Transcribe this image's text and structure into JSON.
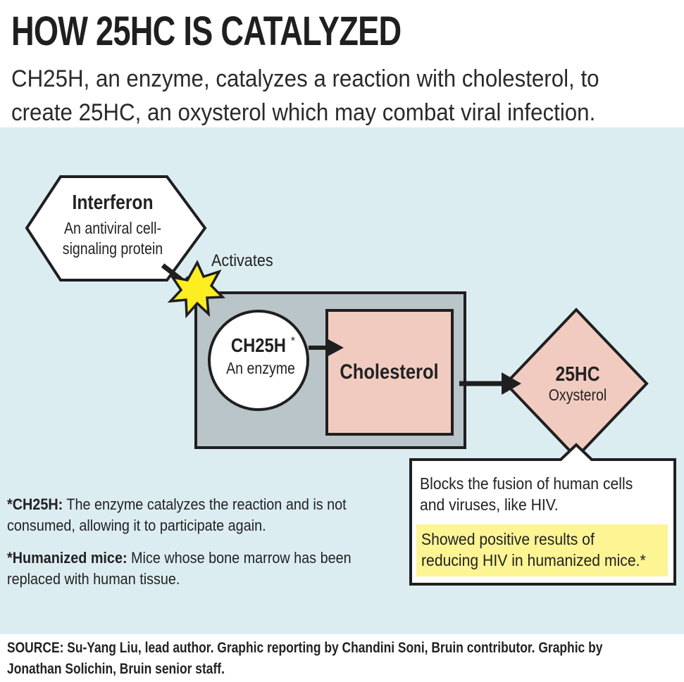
{
  "header": {
    "title": "HOW 25HC IS CATALYZED",
    "subtitle": "CH25H, an enzyme, catalyzes a reaction with cholesterol, to create 25HC, an oxysterol which may combat viral infection."
  },
  "diagram": {
    "interferon": {
      "title": "Interferon",
      "description_line1": "An antiviral cell-",
      "description_line2": "signaling protein"
    },
    "activates_label": "Activates",
    "ch25h": {
      "name": "CH25H",
      "marker": "*",
      "description": "An enzyme"
    },
    "cholesterol": {
      "name": "Cholesterol"
    },
    "product": {
      "name": "25HC",
      "description": "Oxysterol"
    },
    "effect": {
      "text": "Blocks the fusion of human cells and viruses, like HIV.",
      "highlight": "Showed positive results of reducing HIV in humanized mice.*"
    }
  },
  "notes": [
    {
      "term": "*CH25H:",
      "text": " The enzyme catalyzes the reaction and is not consumed, allowing it to participate again."
    },
    {
      "term": "*Humanized mice:",
      "text": " Mice whose bone marrow has been replaced with human tissue."
    }
  ],
  "source": "SOURCE: Su-Yang Liu, lead author. Graphic reporting by Chandini Soni, Bruin contributor. Graphic by Jonathan Solichin, Bruin senior staff.",
  "colors": {
    "panel_background": "#dcedf2",
    "enzyme_box": "#b9c5c8",
    "cholesterol_fill": "#f2cbc0",
    "highlight": "#fdf494",
    "burst": "#fcee21"
  }
}
